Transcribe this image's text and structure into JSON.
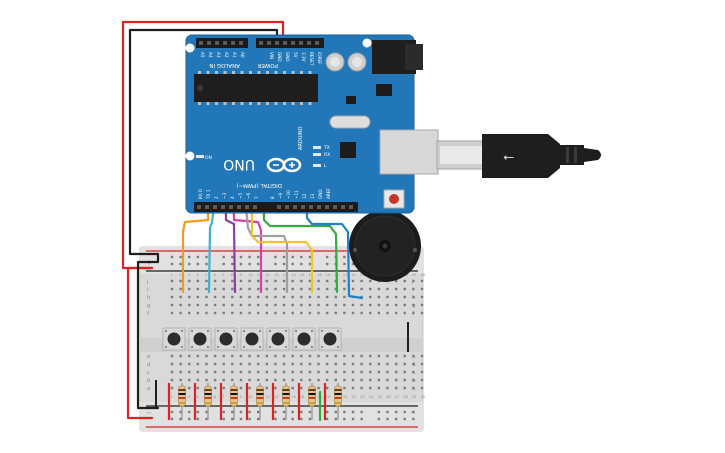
{
  "arduino": {
    "board_name": "UNO",
    "brand": "ARDUINO",
    "on_label": "ON",
    "tx_label": "TX",
    "rx_label": "RX",
    "l_label": "L",
    "digital_header": "DIGITAL (PWM~)",
    "analog_header": "ANALOG IN",
    "power_header": "POWER",
    "analog_pins": [
      "A5",
      "A4",
      "A3",
      "A2",
      "A1",
      "A0"
    ],
    "power_pins": [
      "VIN",
      "GND",
      "GND",
      "5V",
      "3.3V",
      "RESET",
      "IOREF"
    ],
    "digital_pins": [
      "RX 0",
      "TX 1",
      "2",
      "~3",
      "4",
      "~5",
      "~6",
      "7",
      "8",
      "~9",
      "~10",
      "~11",
      "12",
      "13",
      "GND",
      "AREF"
    ],
    "colors": {
      "board": "#2277b9",
      "header": "#1b1b1b"
    }
  },
  "usb": {
    "symbol": "⭠"
  },
  "breadboard": {
    "row_letters": [
      "j",
      "i",
      "h",
      "g",
      "f",
      "e",
      "d",
      "c",
      "b",
      "a"
    ],
    "columns": [
      "1",
      "2",
      "3",
      "4",
      "5",
      "6",
      "7",
      "8",
      "9",
      "10",
      "11",
      "12",
      "13",
      "14",
      "15",
      "16",
      "17",
      "18",
      "19",
      "20",
      "21",
      "22",
      "23",
      "24",
      "25",
      "26",
      "27",
      "28",
      "29",
      "30"
    ],
    "rail_plus": "+",
    "rail_minus": "−",
    "button_count": 7,
    "resistor_count": 7
  },
  "wires": {
    "colors": [
      "#f29b1e",
      "#3fb2c9",
      "#8a3ea8",
      "#d63fa9",
      "#9e9e9e",
      "#f2c12e",
      "#38a745",
      "#1c84c6"
    ]
  },
  "buzzer": {
    "color": "#1c1c1c"
  }
}
